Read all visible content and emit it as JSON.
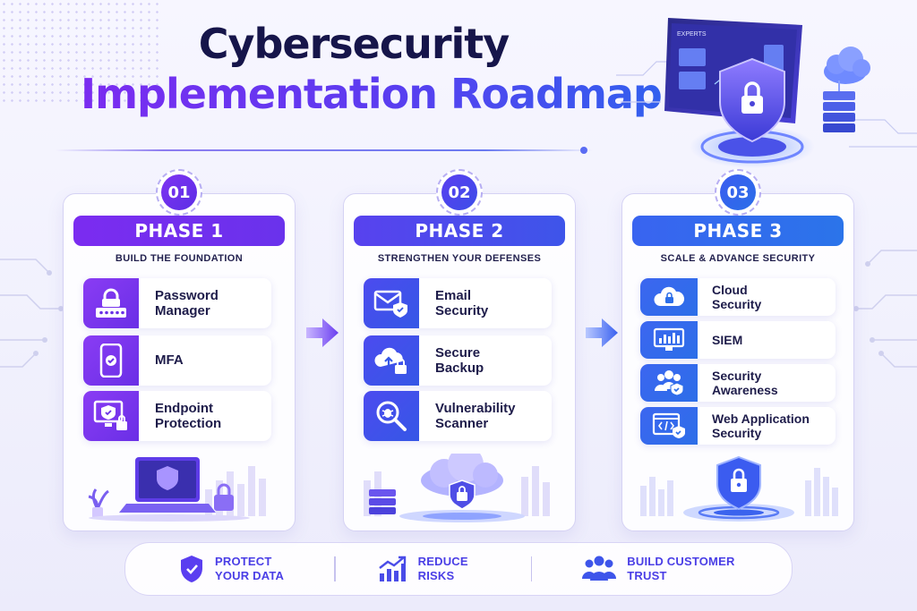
{
  "title": {
    "line1": "Cybersecurity",
    "line2": "Implementation Roadmap"
  },
  "hero": {
    "monitor_label": "EXPERTS"
  },
  "phases": [
    {
      "number": "01",
      "label": "PHASE 1",
      "subtitle": "BUILD THE FOUNDATION",
      "items": [
        {
          "label": "Password\nManager",
          "icon": "password-lock-icon"
        },
        {
          "label": "MFA",
          "icon": "phone-check-icon"
        },
        {
          "label": "Endpoint\nProtection",
          "icon": "monitor-shield-lock-icon"
        }
      ]
    },
    {
      "number": "02",
      "label": "PHASE 2",
      "subtitle": "STRENGTHEN YOUR DEFENSES",
      "items": [
        {
          "label": "Email\nSecurity",
          "icon": "envelope-shield-icon"
        },
        {
          "label": "Secure\nBackup",
          "icon": "cloud-upload-lock-icon"
        },
        {
          "label": "Vulnerability\nScanner",
          "icon": "magnifier-bug-icon"
        }
      ]
    },
    {
      "number": "03",
      "label": "PHASE 3",
      "subtitle": "SCALE & ADVANCE SECURITY",
      "items": [
        {
          "label": "Cloud\nSecurity",
          "icon": "cloud-lock-icon"
        },
        {
          "label": "SIEM",
          "icon": "monitor-chart-icon"
        },
        {
          "label": "Security\nAwareness",
          "icon": "people-shield-icon"
        },
        {
          "label": "Web Application\nSecurity",
          "icon": "code-window-shield-icon"
        }
      ]
    }
  ],
  "benefits": [
    {
      "label": "PROTECT\nYOUR DATA",
      "icon": "shield-check-icon"
    },
    {
      "label": "REDUCE\nRISKS",
      "icon": "trend-up-chart-icon"
    },
    {
      "label": "BUILD CUSTOMER\nTRUST",
      "icon": "people-group-icon"
    }
  ],
  "colors": {
    "purple": "#7b2cf0",
    "indigo": "#4c4bef",
    "blue": "#2f62ee",
    "navy": "#16154a"
  }
}
